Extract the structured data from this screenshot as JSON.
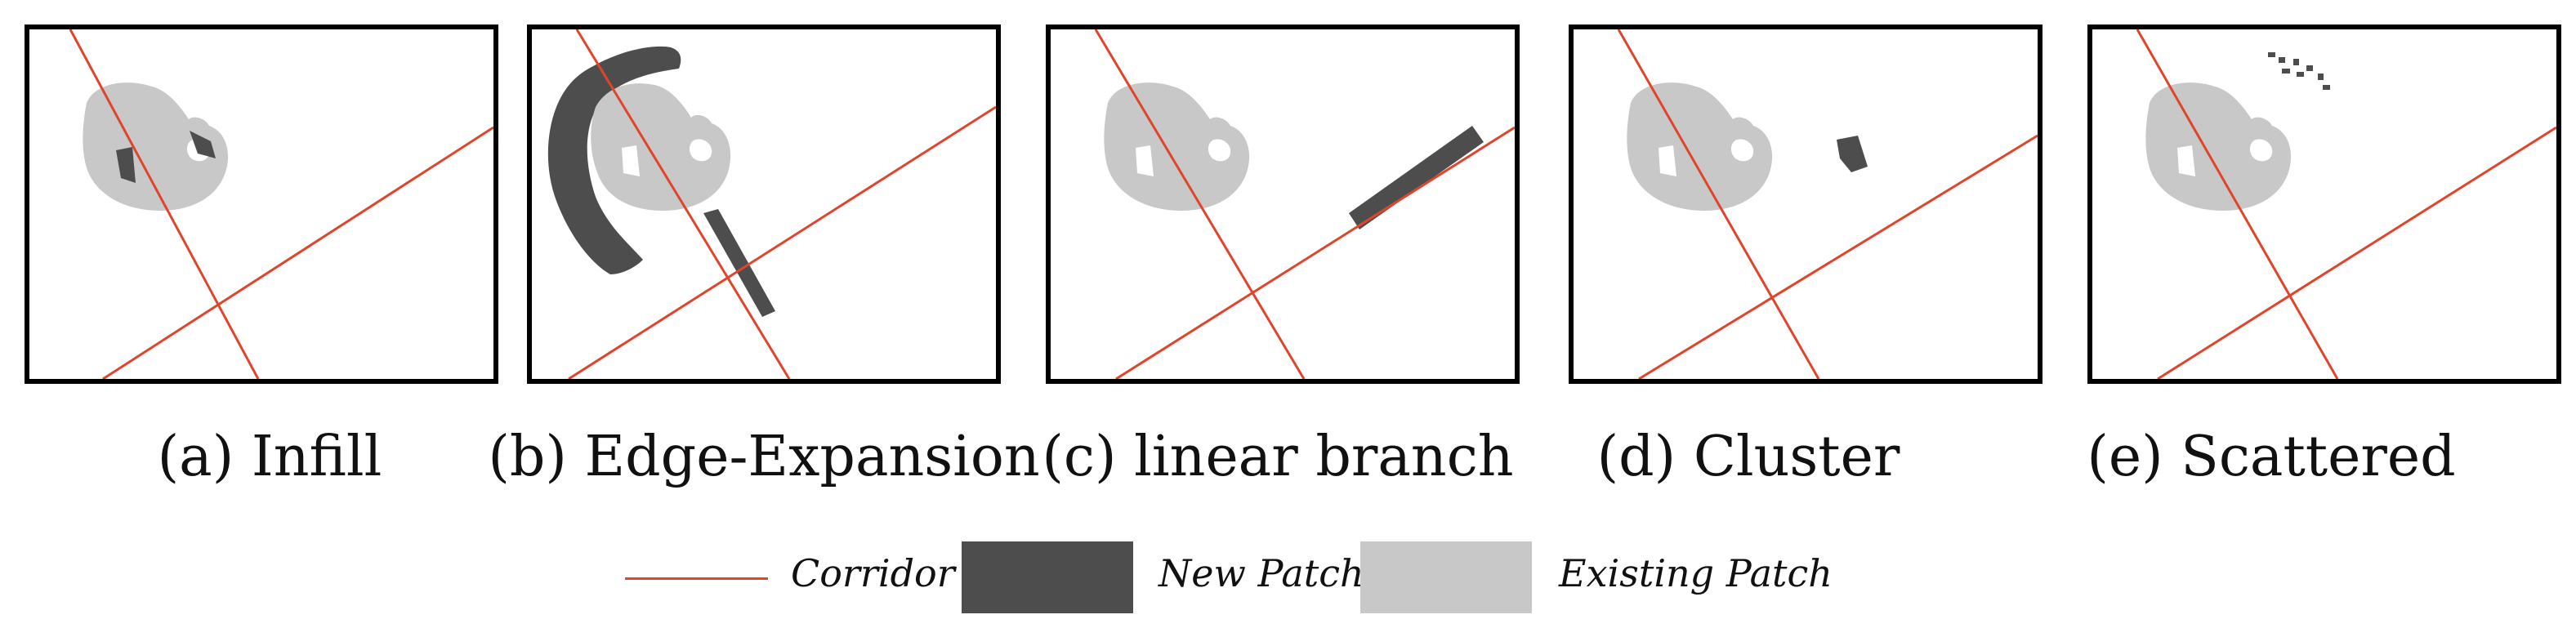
{
  "colors": {
    "corridor": "#e0452c",
    "new_patch": "#4d4d4d",
    "existing_patch": "#c8c8c8",
    "frame": "#000000"
  },
  "panels": [
    {
      "id": "a",
      "caption": "(a) Infill"
    },
    {
      "id": "b",
      "caption": "(b) Edge-Expansion"
    },
    {
      "id": "c",
      "caption": "(c) linear branch"
    },
    {
      "id": "d",
      "caption": "(d) Cluster"
    },
    {
      "id": "e",
      "caption": "(e) Scattered"
    }
  ],
  "legend": {
    "corridor": "Corridor",
    "new_patch": "New Patch",
    "existing_patch": "Existing Patch"
  }
}
